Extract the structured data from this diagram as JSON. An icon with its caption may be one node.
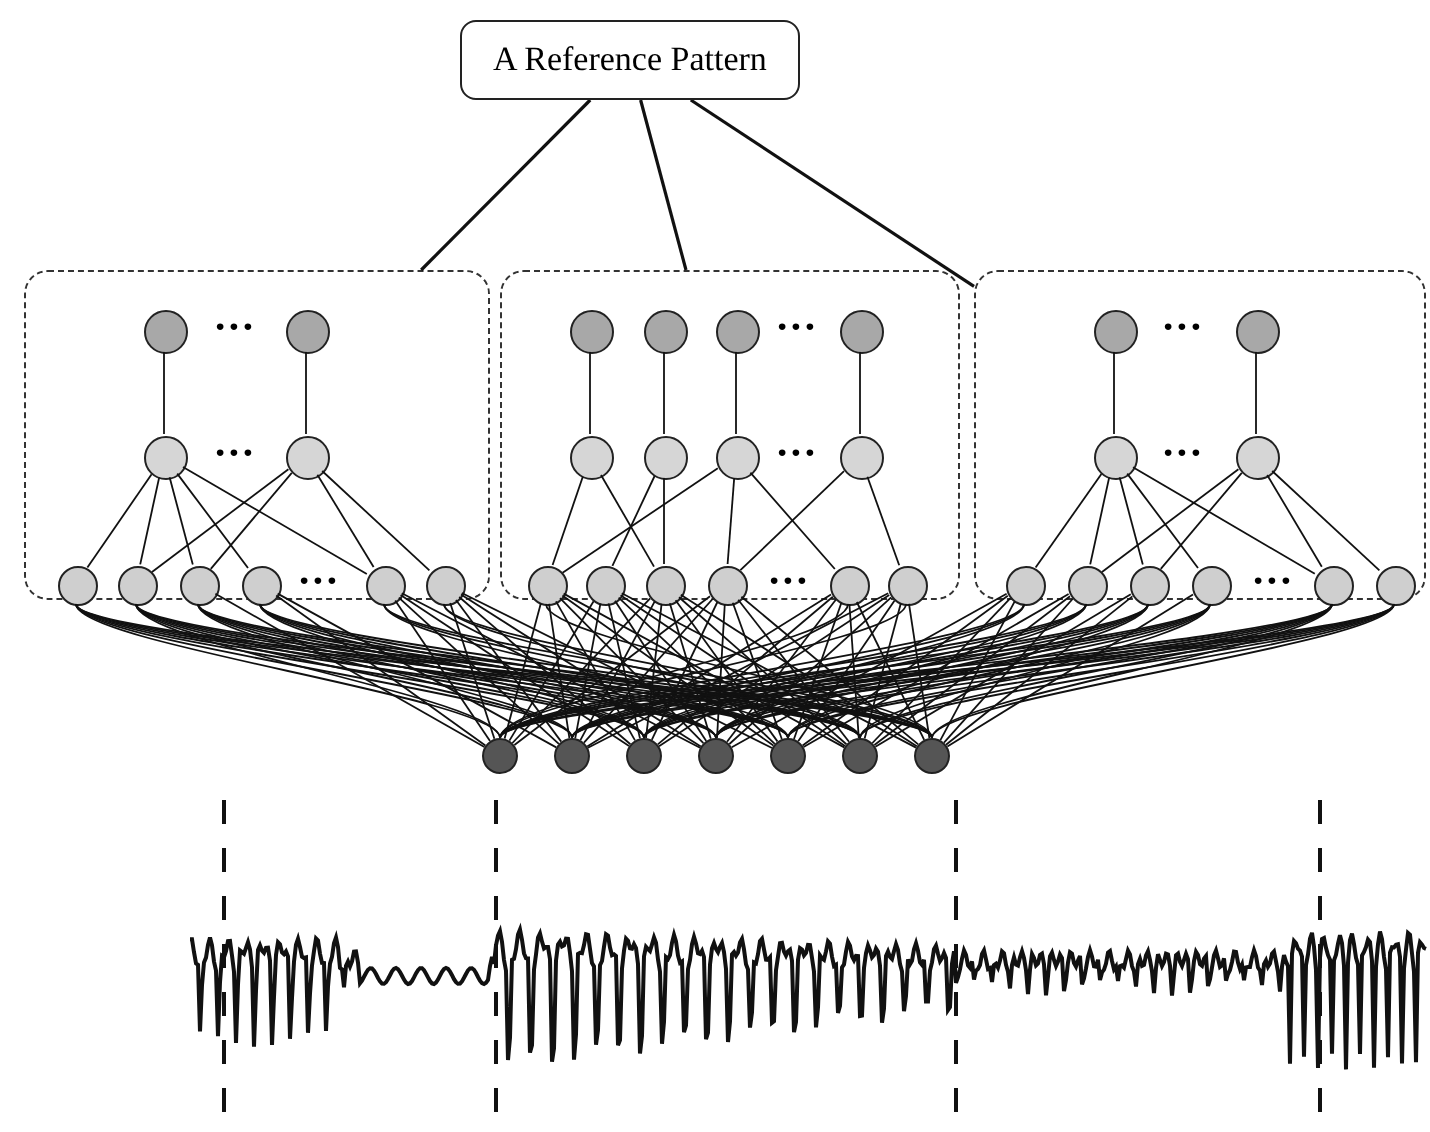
{
  "diagram": {
    "nodes": [
      {
        "text": [
          "A Reference Pattern"
        ]
      },
      {
        "text": [],
        "shape": "box"
      },
      {
        "text": [],
        "shape": "circle",
        "in": 1
      },
      {
        "text": [],
        "shape": "circle",
        "in": 1
      },
      {
        "text": [],
        "shape": "circle",
        "in": 1
      },
      {
        "text": [],
        "shape": "circle",
        "in": 1
      },
      {
        "text": [],
        "shape": "circle",
        "in": 1
      },
      {
        "text": [],
        "shape": "circle",
        "in": 1
      },
      {
        "text": [],
        "shape": "circle",
        "in": 1
      },
      {
        "text": [],
        "shape": "circle",
        "in": 1
      },
      {
        "text": [],
        "shape": "circle",
        "in": 1
      },
      {
        "text": [],
        "shape": "circle",
        "in": 1
      },
      {
        "text": [],
        "shape": "box"
      },
      {
        "text": [],
        "shape": "circle",
        "in": 12
      },
      {
        "text": [],
        "shape": "circle",
        "in": 12
      },
      {
        "text": [],
        "shape": "circle",
        "in": 12
      },
      {
        "text": [],
        "shape": "circle",
        "in": 12
      },
      {
        "text": [],
        "shape": "circle",
        "in": 12
      },
      {
        "text": [],
        "shape": "circle",
        "in": 12
      },
      {
        "text": [],
        "shape": "circle",
        "in": 12
      },
      {
        "text": [],
        "shape": "circle",
        "in": 12
      },
      {
        "text": [],
        "shape": "circle",
        "in": 12
      },
      {
        "text": [],
        "shape": "circle",
        "in": 12
      },
      {
        "text": [],
        "shape": "circle",
        "in": 12
      },
      {
        "text": [],
        "shape": "circle",
        "in": 12
      },
      {
        "text": [],
        "shape": "circle",
        "in": 12
      },
      {
        "text": [],
        "shape": "circle",
        "in": 12
      },
      {
        "text": [],
        "shape": "box"
      },
      {
        "text": [],
        "shape": "circle",
        "in": 27
      },
      {
        "text": [],
        "shape": "circle",
        "in": 27
      },
      {
        "text": [],
        "shape": "circle",
        "in": 27
      },
      {
        "text": [],
        "shape": "circle",
        "in": 27
      },
      {
        "text": [],
        "shape": "circle",
        "in": 27
      },
      {
        "text": [],
        "shape": "circle",
        "in": 27
      },
      {
        "text": [],
        "shape": "circle",
        "in": 27
      },
      {
        "text": [],
        "shape": "circle",
        "in": 27
      },
      {
        "text": [],
        "shape": "circle",
        "in": 27
      },
      {
        "text": [],
        "shape": "circle",
        "in": 27
      },
      {
        "text": [],
        "shape": "circle"
      },
      {
        "text": [],
        "shape": "circle"
      },
      {
        "text": [],
        "shape": "circle"
      },
      {
        "text": [],
        "shape": "circle"
      },
      {
        "text": [],
        "shape": "circle"
      },
      {
        "text": [],
        "shape": "circle"
      },
      {
        "text": [],
        "shape": "circle"
      }
    ],
    "edges": [
      {
        "from": 0,
        "to": 1,
        "arrow": "none"
      },
      {
        "from": 0,
        "to": 12,
        "arrow": "none"
      },
      {
        "from": 0,
        "to": 27,
        "arrow": "none"
      },
      {
        "from": 2,
        "to": 4,
        "arrow": "none"
      },
      {
        "from": 3,
        "to": 5,
        "arrow": "none"
      },
      {
        "from": 4,
        "to": 6,
        "arrow": "none"
      },
      {
        "from": 4,
        "to": 7,
        "arrow": "none"
      },
      {
        "from": 4,
        "to": 8,
        "arrow": "none"
      },
      {
        "from": 4,
        "to": 9,
        "arrow": "none"
      },
      {
        "from": 4,
        "to": 10,
        "arrow": "none"
      },
      {
        "from": 5,
        "to": 7,
        "arrow": "none"
      },
      {
        "from": 5,
        "to": 8,
        "arrow": "none"
      },
      {
        "from": 5,
        "to": 10,
        "arrow": "none"
      },
      {
        "from": 5,
        "to": 11,
        "arrow": "none"
      },
      {
        "from": 13,
        "to": 17,
        "arrow": "none"
      },
      {
        "from": 14,
        "to": 18,
        "arrow": "none"
      },
      {
        "from": 15,
        "to": 19,
        "arrow": "none"
      },
      {
        "from": 16,
        "to": 20,
        "arrow": "none"
      },
      {
        "from": 17,
        "to": 21,
        "arrow": "none"
      },
      {
        "from": 17,
        "to": 23,
        "arrow": "none"
      },
      {
        "from": 18,
        "to": 22,
        "arrow": "none"
      },
      {
        "from": 18,
        "to": 23,
        "arrow": "none"
      },
      {
        "from": 19,
        "to": 21,
        "arrow": "none"
      },
      {
        "from": 19,
        "to": 24,
        "arrow": "none"
      },
      {
        "from": 19,
        "to": 25,
        "arrow": "none"
      },
      {
        "from": 20,
        "to": 24,
        "arrow": "none"
      },
      {
        "from": 20,
        "to": 26,
        "arrow": "none"
      },
      {
        "from": 28,
        "to": 30,
        "arrow": "none"
      },
      {
        "from": 29,
        "to": 31,
        "arrow": "none"
      },
      {
        "from": 30,
        "to": 32,
        "arrow": "none"
      },
      {
        "from": 30,
        "to": 33,
        "arrow": "none"
      },
      {
        "from": 30,
        "to": 34,
        "arrow": "none"
      },
      {
        "from": 30,
        "to": 35,
        "arrow": "none"
      },
      {
        "from": 30,
        "to": 36,
        "arrow": "none"
      },
      {
        "from": 31,
        "to": 33,
        "arrow": "none"
      },
      {
        "from": 31,
        "to": 34,
        "arrow": "none"
      },
      {
        "from": 31,
        "to": 36,
        "arrow": "none"
      },
      {
        "from": 31,
        "to": 37,
        "arrow": "none"
      },
      {
        "from": 6,
        "to": 38,
        "arrow": "none"
      },
      {
        "from": 6,
        "to": 39,
        "arrow": "none"
      },
      {
        "from": 6,
        "to": 40,
        "arrow": "none"
      },
      {
        "from": 6,
        "to": 41,
        "arrow": "none"
      },
      {
        "from": 6,
        "to": 42,
        "arrow": "none"
      },
      {
        "from": 6,
        "to": 43,
        "arrow": "none"
      },
      {
        "from": 6,
        "to": 44,
        "arrow": "none"
      },
      {
        "from": 7,
        "to": 38,
        "arrow": "none"
      },
      {
        "from": 7,
        "to": 39,
        "arrow": "none"
      },
      {
        "from": 7,
        "to": 40,
        "arrow": "none"
      },
      {
        "from": 7,
        "to": 41,
        "arrow": "none"
      },
      {
        "from": 7,
        "to": 42,
        "arrow": "none"
      },
      {
        "from": 7,
        "to": 43,
        "arrow": "none"
      },
      {
        "from": 7,
        "to": 44,
        "arrow": "none"
      },
      {
        "from": 8,
        "to": 38,
        "arrow": "none"
      },
      {
        "from": 8,
        "to": 39,
        "arrow": "none"
      },
      {
        "from": 8,
        "to": 40,
        "arrow": "none"
      },
      {
        "from": 8,
        "to": 41,
        "arrow": "none"
      },
      {
        "from": 8,
        "to": 42,
        "arrow": "none"
      },
      {
        "from": 8,
        "to": 43,
        "arrow": "none"
      },
      {
        "from": 8,
        "to": 44,
        "arrow": "none"
      },
      {
        "from": 9,
        "to": 38,
        "arrow": "none"
      },
      {
        "from": 9,
        "to": 39,
        "arrow": "none"
      },
      {
        "from": 9,
        "to": 40,
        "arrow": "none"
      },
      {
        "from": 9,
        "to": 41,
        "arrow": "none"
      },
      {
        "from": 9,
        "to": 42,
        "arrow": "none"
      },
      {
        "from": 9,
        "to": 43,
        "arrow": "none"
      },
      {
        "from": 9,
        "to": 44,
        "arrow": "none"
      },
      {
        "from": 10,
        "to": 38,
        "arrow": "none"
      },
      {
        "from": 10,
        "to": 39,
        "arrow": "none"
      },
      {
        "from": 10,
        "to": 40,
        "arrow": "none"
      },
      {
        "from": 10,
        "to": 41,
        "arrow": "none"
      },
      {
        "from": 10,
        "to": 42,
        "arrow": "none"
      },
      {
        "from": 10,
        "to": 43,
        "arrow": "none"
      },
      {
        "from": 10,
        "to": 44,
        "arrow": "none"
      },
      {
        "from": 11,
        "to": 38,
        "arrow": "none"
      },
      {
        "from": 11,
        "to": 39,
        "arrow": "none"
      },
      {
        "from": 11,
        "to": 40,
        "arrow": "none"
      },
      {
        "from": 11,
        "to": 41,
        "arrow": "none"
      },
      {
        "from": 11,
        "to": 42,
        "arrow": "none"
      },
      {
        "from": 11,
        "to": 43,
        "arrow": "none"
      },
      {
        "from": 11,
        "to": 44,
        "arrow": "none"
      },
      {
        "from": 21,
        "to": 38,
        "arrow": "none"
      },
      {
        "from": 21,
        "to": 39,
        "arrow": "none"
      },
      {
        "from": 21,
        "to": 40,
        "arrow": "none"
      },
      {
        "from": 21,
        "to": 41,
        "arrow": "none"
      },
      {
        "from": 21,
        "to": 42,
        "arrow": "none"
      },
      {
        "from": 21,
        "to": 43,
        "arrow": "none"
      },
      {
        "from": 21,
        "to": 44,
        "arrow": "none"
      },
      {
        "from": 22,
        "to": 38,
        "arrow": "none"
      },
      {
        "from": 22,
        "to": 39,
        "arrow": "none"
      },
      {
        "from": 22,
        "to": 40,
        "arrow": "none"
      },
      {
        "from": 22,
        "to": 41,
        "arrow": "none"
      },
      {
        "from": 22,
        "to": 42,
        "arrow": "none"
      },
      {
        "from": 22,
        "to": 43,
        "arrow": "none"
      },
      {
        "from": 22,
        "to": 44,
        "arrow": "none"
      },
      {
        "from": 23,
        "to": 38,
        "arrow": "none"
      },
      {
        "from": 23,
        "to": 39,
        "arrow": "none"
      },
      {
        "from": 23,
        "to": 40,
        "arrow": "none"
      },
      {
        "from": 23,
        "to": 41,
        "arrow": "none"
      },
      {
        "from": 23,
        "to": 42,
        "arrow": "none"
      },
      {
        "from": 23,
        "to": 43,
        "arrow": "none"
      },
      {
        "from": 23,
        "to": 44,
        "arrow": "none"
      },
      {
        "from": 24,
        "to": 38,
        "arrow": "none"
      },
      {
        "from": 24,
        "to": 39,
        "arrow": "none"
      },
      {
        "from": 24,
        "to": 40,
        "arrow": "none"
      },
      {
        "from": 24,
        "to": 41,
        "arrow": "none"
      },
      {
        "from": 24,
        "to": 42,
        "arrow": "none"
      },
      {
        "from": 24,
        "to": 43,
        "arrow": "none"
      },
      {
        "from": 24,
        "to": 44,
        "arrow": "none"
      },
      {
        "from": 25,
        "to": 38,
        "arrow": "none"
      },
      {
        "from": 25,
        "to": 39,
        "arrow": "none"
      },
      {
        "from": 25,
        "to": 40,
        "arrow": "none"
      },
      {
        "from": 25,
        "to": 41,
        "arrow": "none"
      },
      {
        "from": 25,
        "to": 42,
        "arrow": "none"
      },
      {
        "from": 25,
        "to": 43,
        "arrow": "none"
      },
      {
        "from": 25,
        "to": 44,
        "arrow": "none"
      },
      {
        "from": 26,
        "to": 38,
        "arrow": "none"
      },
      {
        "from": 26,
        "to": 39,
        "arrow": "none"
      },
      {
        "from": 26,
        "to": 40,
        "arrow": "none"
      },
      {
        "from": 26,
        "to": 41,
        "arrow": "none"
      },
      {
        "from": 26,
        "to": 42,
        "arrow": "none"
      },
      {
        "from": 26,
        "to": 43,
        "arrow": "none"
      },
      {
        "from": 26,
        "to": 44,
        "arrow": "none"
      },
      {
        "from": 32,
        "to": 38,
        "arrow": "none"
      },
      {
        "from": 32,
        "to": 39,
        "arrow": "none"
      },
      {
        "from": 32,
        "to": 40,
        "arrow": "none"
      },
      {
        "from": 32,
        "to": 41,
        "arrow": "none"
      },
      {
        "from": 32,
        "to": 42,
        "arrow": "none"
      },
      {
        "from": 32,
        "to": 43,
        "arrow": "none"
      },
      {
        "from": 32,
        "to": 44,
        "arrow": "none"
      },
      {
        "from": 33,
        "to": 38,
        "arrow": "none"
      },
      {
        "from": 33,
        "to": 39,
        "arrow": "none"
      },
      {
        "from": 33,
        "to": 40,
        "arrow": "none"
      },
      {
        "from": 33,
        "to": 41,
        "arrow": "none"
      },
      {
        "from": 33,
        "to": 42,
        "arrow": "none"
      },
      {
        "from": 33,
        "to": 43,
        "arrow": "none"
      },
      {
        "from": 33,
        "to": 44,
        "arrow": "none"
      },
      {
        "from": 34,
        "to": 38,
        "arrow": "none"
      },
      {
        "from": 34,
        "to": 39,
        "arrow": "none"
      },
      {
        "from": 34,
        "to": 40,
        "arrow": "none"
      },
      {
        "from": 34,
        "to": 41,
        "arrow": "none"
      },
      {
        "from": 34,
        "to": 42,
        "arrow": "none"
      },
      {
        "from": 34,
        "to": 43,
        "arrow": "none"
      },
      {
        "from": 34,
        "to": 44,
        "arrow": "none"
      },
      {
        "from": 35,
        "to": 38,
        "arrow": "none"
      },
      {
        "from": 35,
        "to": 39,
        "arrow": "none"
      },
      {
        "from": 35,
        "to": 40,
        "arrow": "none"
      },
      {
        "from": 35,
        "to": 41,
        "arrow": "none"
      },
      {
        "from": 35,
        "to": 42,
        "arrow": "none"
      },
      {
        "from": 35,
        "to": 43,
        "arrow": "none"
      },
      {
        "from": 35,
        "to": 44,
        "arrow": "none"
      },
      {
        "from": 36,
        "to": 38,
        "arrow": "none"
      },
      {
        "from": 36,
        "to": 39,
        "arrow": "none"
      },
      {
        "from": 36,
        "to": 40,
        "arrow": "none"
      },
      {
        "from": 36,
        "to": 41,
        "arrow": "none"
      },
      {
        "from": 36,
        "to": 42,
        "arrow": "none"
      },
      {
        "from": 36,
        "to": 43,
        "arrow": "none"
      },
      {
        "from": 36,
        "to": 44,
        "arrow": "none"
      },
      {
        "from": 37,
        "to": 38,
        "arrow": "none"
      },
      {
        "from": 37,
        "to": 39,
        "arrow": "none"
      },
      {
        "from": 37,
        "to": 40,
        "arrow": "none"
      },
      {
        "from": 37,
        "to": 41,
        "arrow": "none"
      },
      {
        "from": 37,
        "to": 42,
        "arrow": "none"
      },
      {
        "from": 37,
        "to": 43,
        "arrow": "none"
      },
      {
        "from": 37,
        "to": 44,
        "arrow": "none"
      }
    ],
    "labels": [
      "•••",
      "•••",
      "•••",
      "•••",
      "•••",
      "•••",
      "•••",
      "•••",
      "•••"
    ]
  }
}
